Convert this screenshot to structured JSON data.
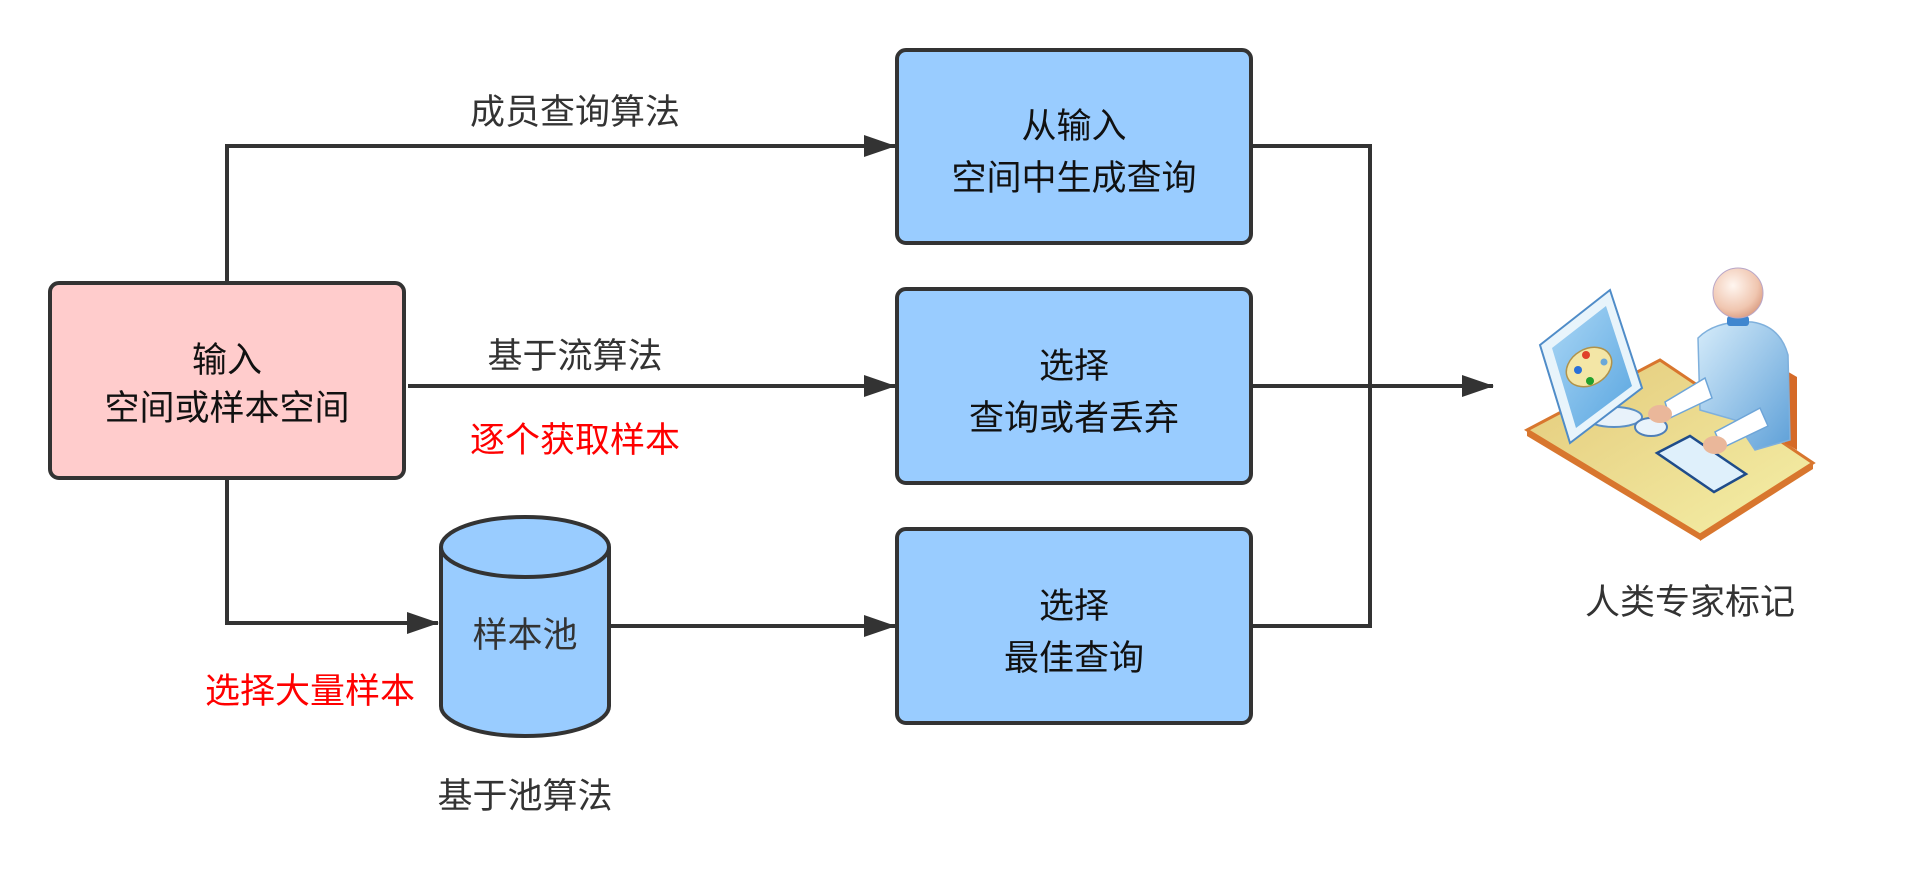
{
  "colors": {
    "input_fill": "#ffcccc",
    "process_fill": "#99ccff",
    "stroke": "#333333",
    "annotation_red": "#ff0000",
    "label_gray": "#333333"
  },
  "nodes": {
    "input": {
      "line1": "输入",
      "line2": "空间或样本空间"
    },
    "generate_query": {
      "line1": "从输入",
      "line2": "空间中生成查询"
    },
    "select_or_discard": {
      "line1": "选择",
      "line2": "查询或者丢弃"
    },
    "select_best": {
      "line1": "选择",
      "line2": "最佳查询"
    },
    "sample_pool": {
      "label": "样本池"
    },
    "human_expert": {
      "label": "人类专家标记",
      "icon": "person-at-computer-icon"
    }
  },
  "edge_labels": {
    "membership_query": "成员查询算法",
    "stream_based": "基于流算法",
    "pool_based": "基于池算法"
  },
  "annotations": {
    "one_by_one": "逐个获取样本",
    "select_many": "选择大量样本"
  }
}
